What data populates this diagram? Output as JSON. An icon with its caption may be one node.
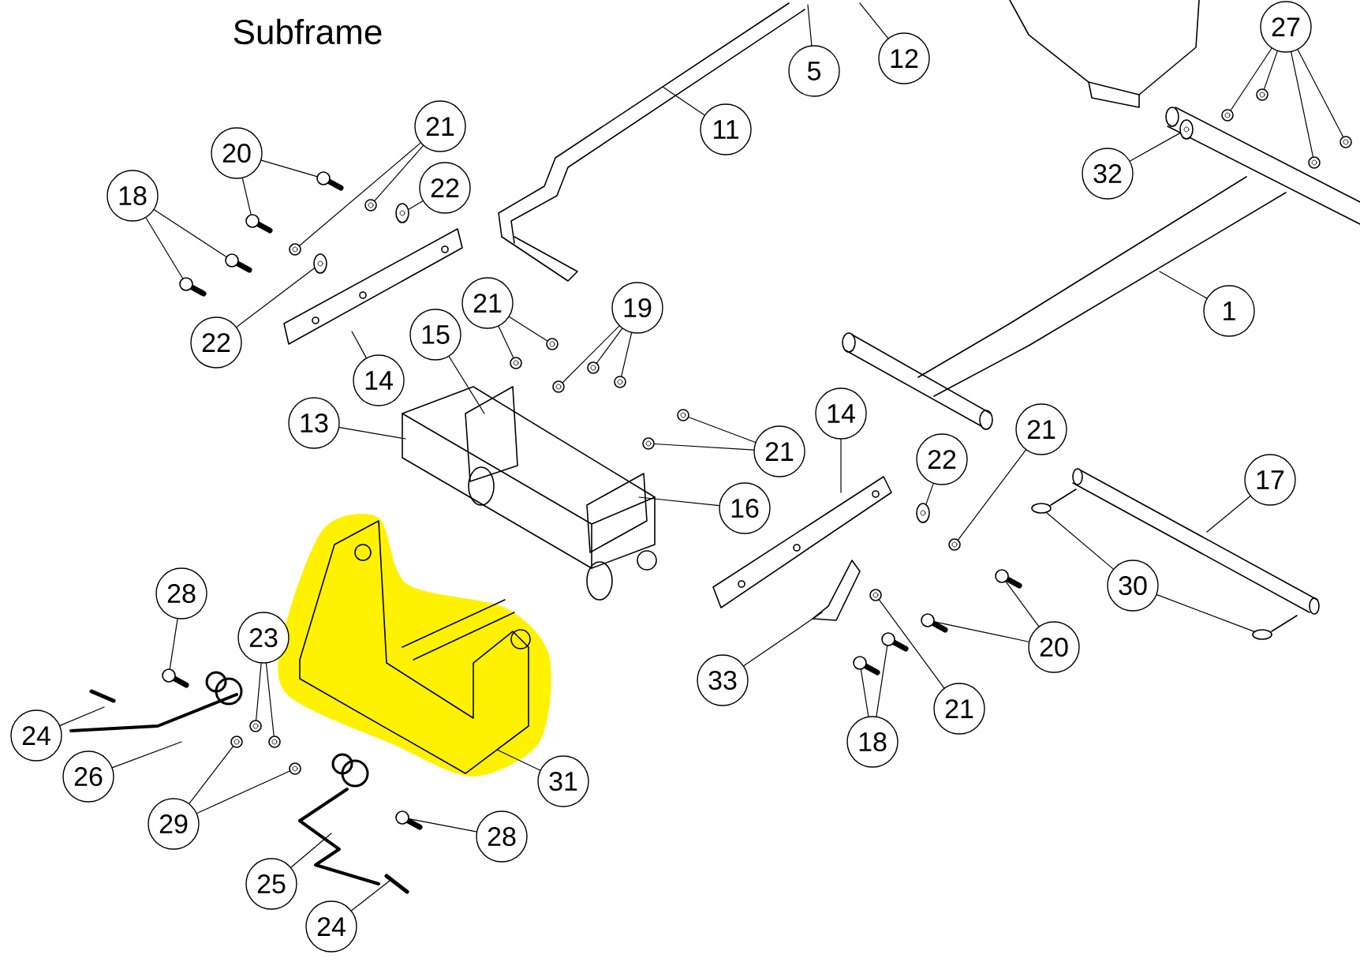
{
  "diagram": {
    "title": "Subframe",
    "nodes": [
      {
        "text": [
          "27"
        ]
      },
      {
        "text": [
          "12"
        ]
      },
      {
        "text": [
          "5"
        ]
      },
      {
        "text": [
          "11"
        ]
      },
      {
        "text": [
          "21"
        ]
      },
      {
        "text": [
          "20"
        ]
      },
      {
        "text": [
          "32"
        ]
      },
      {
        "text": [
          "22"
        ]
      },
      {
        "text": [
          "18"
        ]
      },
      {
        "text": [
          "21"
        ]
      },
      {
        "text": [
          "19"
        ]
      },
      {
        "text": [
          "1"
        ]
      },
      {
        "text": [
          "15"
        ]
      },
      {
        "text": [
          "22"
        ]
      },
      {
        "text": [
          "14"
        ]
      },
      {
        "text": [
          "14"
        ]
      },
      {
        "text": [
          "13"
        ]
      },
      {
        "text": [
          "21"
        ]
      },
      {
        "text": [
          "21"
        ]
      },
      {
        "text": [
          "22"
        ]
      },
      {
        "text": [
          "17"
        ]
      },
      {
        "text": [
          "16"
        ]
      },
      {
        "text": [
          "30"
        ]
      },
      {
        "text": [
          "28"
        ]
      },
      {
        "text": [
          "23"
        ]
      },
      {
        "text": [
          "20"
        ]
      },
      {
        "text": [
          "33"
        ]
      },
      {
        "text": [
          "21"
        ]
      },
      {
        "text": [
          "24"
        ]
      },
      {
        "text": [
          "18"
        ]
      },
      {
        "text": [
          "26"
        ]
      },
      {
        "text": [
          "31"
        ]
      },
      {
        "text": [
          "29"
        ]
      },
      {
        "text": [
          "28"
        ]
      },
      {
        "text": [
          "25"
        ]
      },
      {
        "text": [
          "24"
        ]
      },
      {
        "text": [],
        "shape": "bolt"
      },
      {
        "text": [],
        "shape": "bolt"
      },
      {
        "text": [],
        "shape": "bolt"
      },
      {
        "text": [],
        "shape": "nut"
      },
      {
        "text": [],
        "shape": "bolt"
      },
      {
        "text": [],
        "shape": "nut"
      },
      {
        "text": [],
        "shape": "nut"
      },
      {
        "text": [],
        "shape": "nut"
      },
      {
        "text": [],
        "shape": "nut"
      },
      {
        "text": [],
        "shape": "washer"
      },
      {
        "text": [],
        "shape": "bolt"
      },
      {
        "text": [],
        "shape": "nut"
      },
      {
        "text": [],
        "shape": "washer"
      },
      {
        "text": [],
        "shape": "bolt"
      },
      {
        "text": [],
        "shape": "nut"
      },
      {
        "text": [],
        "shape": "nut"
      },
      {
        "text": [],
        "shape": "nut"
      },
      {
        "text": [],
        "shape": "nut"
      },
      {
        "text": [],
        "shape": "nut"
      },
      {
        "text": [],
        "shape": "nut"
      },
      {
        "text": [],
        "shape": "nut"
      },
      {
        "text": [],
        "shape": "bolt"
      },
      {
        "text": [],
        "shape": "nut"
      },
      {
        "text": [],
        "shape": "bolt"
      },
      {
        "text": [],
        "shape": "washer"
      },
      {
        "text": [],
        "shape": "bolt"
      },
      {
        "text": [],
        "shape": "nut"
      },
      {
        "text": [],
        "shape": "bolt"
      },
      {
        "text": [],
        "shape": "washer"
      },
      {
        "text": [],
        "shape": "nut"
      },
      {
        "text": [],
        "shape": "nut"
      },
      {
        "text": [],
        "shape": "nut"
      },
      {
        "text": [],
        "shape": "nut"
      },
      {
        "text": [],
        "shape": "pin"
      },
      {
        "text": [],
        "shape": "pin"
      }
    ],
    "edges": [
      {
        "from": 0,
        "to": 65,
        "arrow": "none"
      },
      {
        "from": 0,
        "to": 66,
        "arrow": "none"
      },
      {
        "from": 0,
        "to": 67,
        "arrow": "none"
      },
      {
        "from": 0,
        "to": 68,
        "arrow": "none"
      },
      {
        "from": 1,
        "to": null,
        "arrow": "none"
      },
      {
        "from": 2,
        "to": null,
        "arrow": "none"
      },
      {
        "from": 3,
        "to": null,
        "arrow": "none"
      },
      {
        "from": 4,
        "to": 43,
        "arrow": "none"
      },
      {
        "from": 4,
        "to": 47,
        "arrow": "none"
      },
      {
        "from": 5,
        "to": 46,
        "arrow": "none"
      },
      {
        "from": 5,
        "to": 40,
        "arrow": "none"
      },
      {
        "from": 6,
        "to": 64,
        "arrow": "none"
      },
      {
        "from": 7,
        "to": 48,
        "arrow": "none"
      },
      {
        "from": 8,
        "to": 37,
        "arrow": "none"
      },
      {
        "from": 8,
        "to": 38,
        "arrow": "none"
      },
      {
        "from": 9,
        "to": 50,
        "arrow": "none"
      },
      {
        "from": 9,
        "to": 51,
        "arrow": "none"
      },
      {
        "from": 10,
        "to": 52,
        "arrow": "none"
      },
      {
        "from": 10,
        "to": 53,
        "arrow": "none"
      },
      {
        "from": 10,
        "to": 54,
        "arrow": "none"
      },
      {
        "from": 11,
        "to": null,
        "arrow": "none"
      },
      {
        "from": 12,
        "to": null,
        "arrow": "none"
      },
      {
        "from": 13,
        "to": 45,
        "arrow": "none"
      },
      {
        "from": 14,
        "to": null,
        "arrow": "none"
      },
      {
        "from": 15,
        "to": null,
        "arrow": "none"
      },
      {
        "from": 16,
        "to": null,
        "arrow": "none"
      },
      {
        "from": 17,
        "to": 62,
        "arrow": "none"
      },
      {
        "from": 18,
        "to": 56,
        "arrow": "none"
      },
      {
        "from": 18,
        "to": 55,
        "arrow": "none"
      },
      {
        "from": 19,
        "to": 60,
        "arrow": "none"
      },
      {
        "from": 20,
        "to": null,
        "arrow": "none"
      },
      {
        "from": 21,
        "to": null,
        "arrow": "none"
      },
      {
        "from": 22,
        "to": 69,
        "arrow": "none"
      },
      {
        "from": 22,
        "to": 70,
        "arrow": "none"
      },
      {
        "from": 23,
        "to": 36,
        "arrow": "none"
      },
      {
        "from": 24,
        "to": 41,
        "arrow": "none"
      },
      {
        "from": 24,
        "to": 42,
        "arrow": "none"
      },
      {
        "from": 25,
        "to": 63,
        "arrow": "none"
      },
      {
        "from": 25,
        "to": 61,
        "arrow": "none"
      },
      {
        "from": 26,
        "to": null,
        "arrow": "none"
      },
      {
        "from": 27,
        "to": 58,
        "arrow": "none"
      },
      {
        "from": 28,
        "to": null,
        "arrow": "none"
      },
      {
        "from": 29,
        "to": 57,
        "arrow": "none"
      },
      {
        "from": 29,
        "to": 59,
        "arrow": "none"
      },
      {
        "from": 30,
        "to": null,
        "arrow": "none"
      },
      {
        "from": 31,
        "to": null,
        "arrow": "none"
      },
      {
        "from": 32,
        "to": 39,
        "arrow": "none"
      },
      {
        "from": 32,
        "to": 44,
        "arrow": "none"
      },
      {
        "from": 33,
        "to": 49,
        "arrow": "none"
      },
      {
        "from": 34,
        "to": null,
        "arrow": "none"
      },
      {
        "from": 35,
        "to": null,
        "arrow": "none"
      }
    ]
  }
}
